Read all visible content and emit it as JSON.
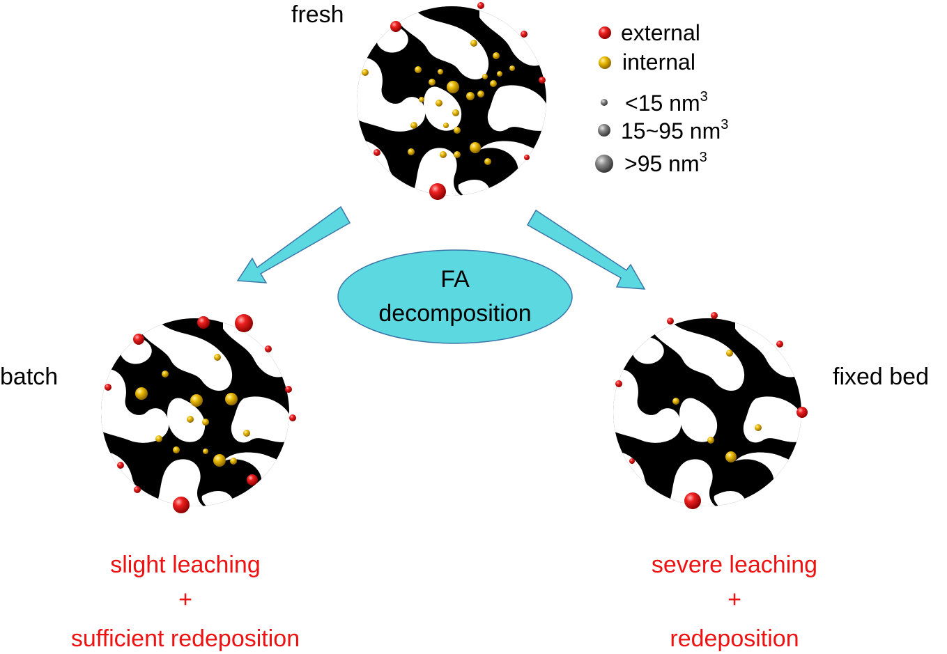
{
  "colors": {
    "external": "#e01010",
    "internal": "#e8b800",
    "size_marker": "#707070",
    "arrow": "#5cd8e0",
    "ellipse": "#5cd8e0",
    "outcome_text": "#ee1111",
    "pore_solid": "#000000"
  },
  "labels": {
    "fresh": "fresh",
    "batch": "batch",
    "fixed_bed": "fixed bed"
  },
  "legend": {
    "external": "external",
    "internal": "internal",
    "size_small": "<15 nm",
    "size_medium": "15~95 nm",
    "size_large": ">95 nm",
    "unit_exponent": "3"
  },
  "process": {
    "line1": "FA",
    "line2": "decomposition"
  },
  "outcomes": {
    "batch": {
      "line1": "slight leaching",
      "line2": "+",
      "line3": "sufficient redeposition"
    },
    "fixed_bed": {
      "line1": "severe leaching",
      "line2": "+",
      "line3": "redeposition"
    }
  }
}
